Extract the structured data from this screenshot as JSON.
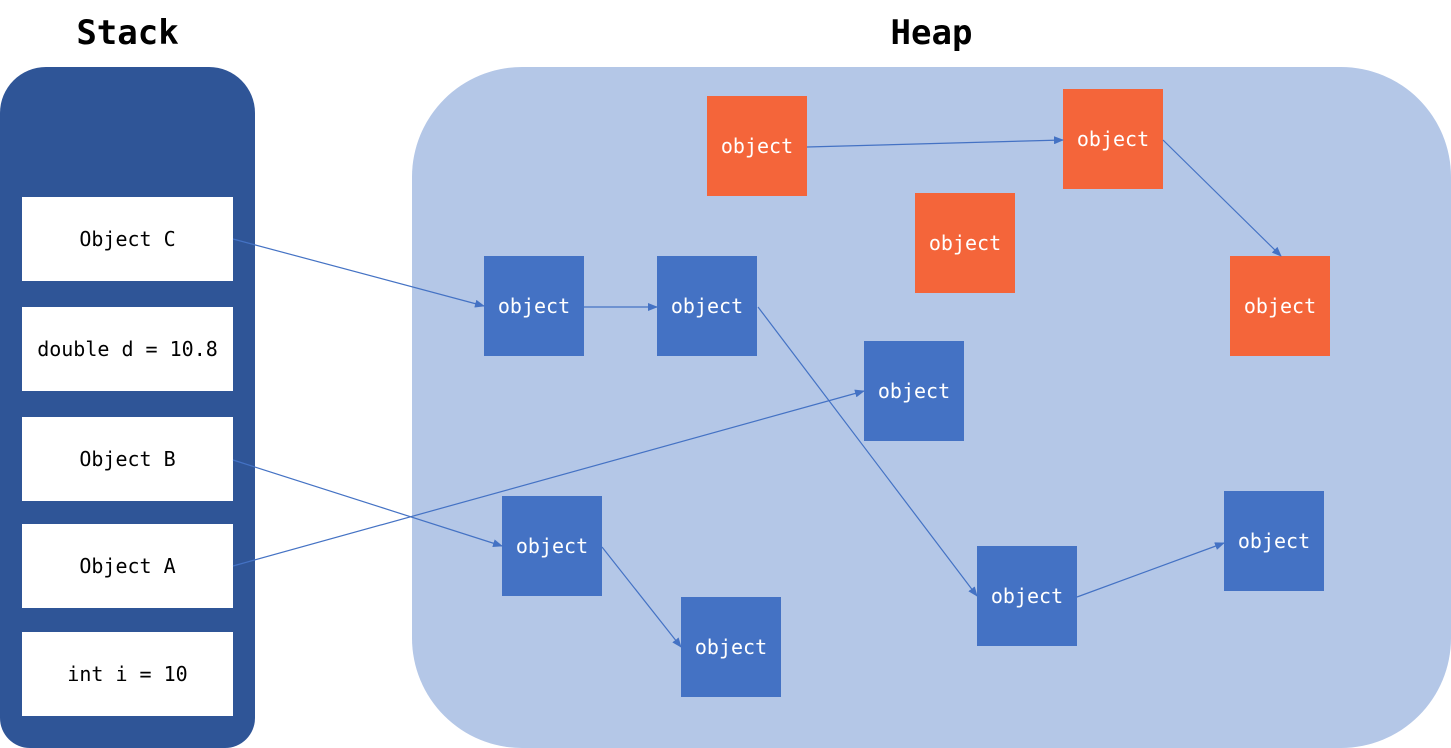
{
  "titles": {
    "stack": "Stack",
    "heap": "Heap"
  },
  "stack": {
    "slots": [
      {
        "id": "object-c",
        "label": "Object C"
      },
      {
        "id": "double-d",
        "label": "double d = 10.8"
      },
      {
        "id": "object-b",
        "label": "Object B"
      },
      {
        "id": "object-a",
        "label": "Object A"
      },
      {
        "id": "int-i",
        "label": "int i = 10"
      }
    ]
  },
  "heap": {
    "objects": [
      {
        "id": "g1",
        "label": "object",
        "status": "garbage"
      },
      {
        "id": "g2",
        "label": "object",
        "status": "garbage"
      },
      {
        "id": "g3",
        "label": "object",
        "status": "garbage"
      },
      {
        "id": "g4",
        "label": "object",
        "status": "garbage"
      },
      {
        "id": "c1",
        "label": "object",
        "status": "reachable"
      },
      {
        "id": "c2",
        "label": "object",
        "status": "reachable"
      },
      {
        "id": "a1",
        "label": "object",
        "status": "reachable"
      },
      {
        "id": "b1",
        "label": "object",
        "status": "reachable"
      },
      {
        "id": "b2",
        "label": "object",
        "status": "reachable"
      },
      {
        "id": "c3",
        "label": "object",
        "status": "reachable"
      },
      {
        "id": "c4",
        "label": "object",
        "status": "reachable"
      }
    ]
  },
  "references": [
    {
      "from": "object-c",
      "to": "c1"
    },
    {
      "from": "c1",
      "to": "c2"
    },
    {
      "from": "c2",
      "to": "c3"
    },
    {
      "from": "c3",
      "to": "c4"
    },
    {
      "from": "object-b",
      "to": "b1"
    },
    {
      "from": "b1",
      "to": "b2"
    },
    {
      "from": "object-a",
      "to": "a1"
    },
    {
      "from": "g1",
      "to": "g2"
    },
    {
      "from": "g2",
      "to": "g4"
    }
  ],
  "colors": {
    "stack_panel": "#2f5597",
    "heap_panel": "#b4c7e7",
    "reachable_object": "#4472c4",
    "garbage_object": "#f4653a",
    "arrow": "#4472c4"
  }
}
